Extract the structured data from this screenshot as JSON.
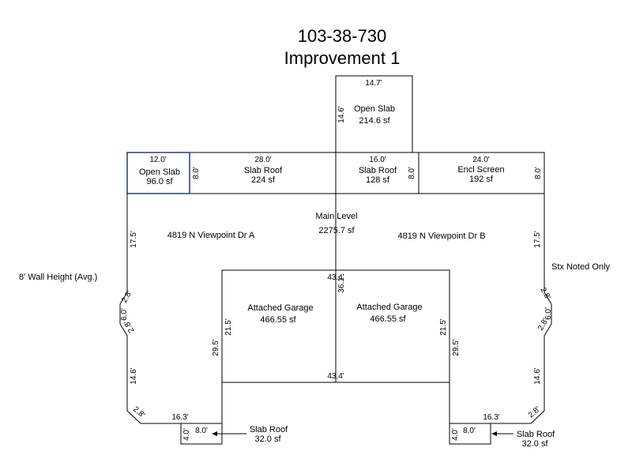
{
  "title": {
    "parcel": "103-38-730",
    "improvement": "Improvement 1"
  },
  "notes": {
    "wall_height": "8' Wall Height (Avg.)",
    "stx": "Stx Noted Only"
  },
  "colors": {
    "outline": "#000000",
    "highlight": "#1f3f7a"
  },
  "areas": {
    "open_slab_top": {
      "name": "Open Slab",
      "area": "214.6 sf"
    },
    "open_slab_left": {
      "name": "Open Slab",
      "area": "96.0 sf"
    },
    "slab_roof_224": {
      "name": "Slab Roof",
      "area": "224 sf"
    },
    "slab_roof_128": {
      "name": "Slab Roof",
      "area": "128 sf"
    },
    "encl_screen": {
      "name": "Encl Screen",
      "area": "192 sf"
    },
    "main_level": {
      "name": "Main Level",
      "area": "2275.7 sf"
    },
    "unit_a": {
      "name": "4819 N Viewpoint Dr A"
    },
    "unit_b": {
      "name": "4819 N Viewpoint Dr B"
    },
    "garage_left": {
      "name": "Attached Garage",
      "area": "466.55 sf"
    },
    "garage_right": {
      "name": "Attached Garage",
      "area": "466.55 sf"
    },
    "slab_roof_left": {
      "name": "Slab Roof",
      "area": "32.0 sf"
    },
    "slab_roof_right": {
      "name": "Slab Roof",
      "area": "32.0 sf"
    }
  },
  "dims": {
    "top_w": "14.7'",
    "top_h": "14.6'",
    "os_w": "12.0'",
    "os_h": "8.0'",
    "sr224_w": "28.0'",
    "sr128_w": "16.0'",
    "sr128_h": "8.0'",
    "encl_w": "24.0'",
    "encl_h": "8.0'",
    "left_17": "17.5'",
    "right_17": "17.5'",
    "left_28a": "2.8'",
    "left_60": "6.0'",
    "left_28b": "2.8'",
    "right_28a": "2.8'",
    "right_60": "6.0'",
    "right_28b": "2.8'",
    "left_146": "14.6'",
    "right_146": "14.6'",
    "left_28c": "2.8'",
    "right_28c": "2.8'",
    "left_163": "16.3'",
    "right_163": "16.3'",
    "gar_top": "43.4'",
    "gar_bottom": "43.4'",
    "gar_mid": "36.1'",
    "gar_left_215": "21.5'",
    "gar_right_215": "21.5'",
    "gar_left_295": "29.5'",
    "gar_right_295": "29.5'",
    "srl_w": "8.0'",
    "srl_h": "4.0'",
    "srr_w": "8.0'",
    "srr_h": "4.0'"
  }
}
